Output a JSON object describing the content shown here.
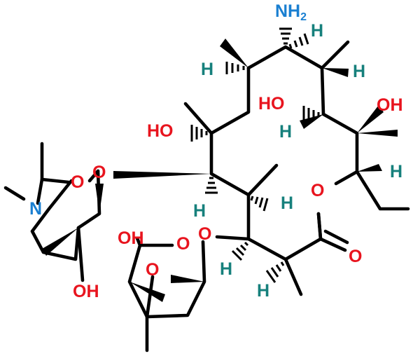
{
  "colors": {
    "bond": "#000000",
    "oxygen": "#e8141e",
    "nitrogen": "#1a7fd1",
    "hydrogen": "#16807c"
  },
  "atoms": {
    "nh2": "NH",
    "nh2_sub": "2",
    "h_top": "H",
    "h_left_upper": "H",
    "h_right_upper": "H",
    "ho_center": "HO",
    "oh_right": "OH",
    "h_center": "H",
    "ho_left": "HO",
    "o_ring": "O",
    "h_ester": "H",
    "h_mid_left": "H",
    "h_mid": "H",
    "o_glyco_left": "O",
    "o_sugar_left": "O",
    "n_left": "N",
    "oh_sugar_left": "OH",
    "oh_sugar_bottom": "OH",
    "o_sugar_bottom_top": "O",
    "o_sugar_bottom_mid": "O",
    "o_glyco_bottom": "O",
    "h_lower": "H",
    "h_bottom": "H",
    "o_carbonyl": "O"
  }
}
